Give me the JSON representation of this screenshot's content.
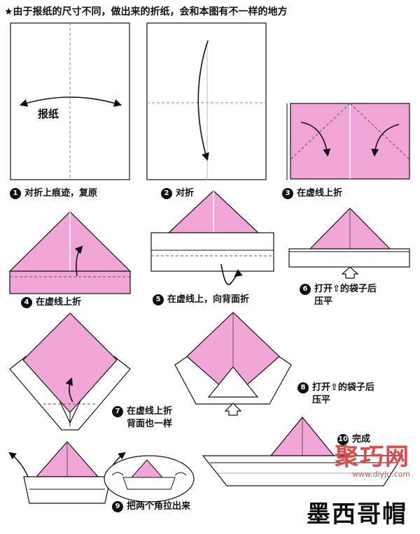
{
  "note": "★由于报纸的尺寸不同，做出来的折纸，会和本图有不一样的地方",
  "paper_label": "报纸",
  "steps": [
    {
      "num": "1",
      "lines": [
        "对折上痕迹，复原"
      ]
    },
    {
      "num": "2",
      "lines": [
        "对折"
      ]
    },
    {
      "num": "3",
      "lines": [
        "在虚线上折"
      ]
    },
    {
      "num": "4",
      "lines": [
        "在虚线上折"
      ]
    },
    {
      "num": "5",
      "lines": [
        "在虚线上，向背面折"
      ]
    },
    {
      "num": "6",
      "lines": [
        "打开⇧的袋子后",
        "压平"
      ]
    },
    {
      "num": "7",
      "lines": [
        "在虚线上折",
        "背面也一样"
      ]
    },
    {
      "num": "8",
      "lines": [
        "打开⇧的袋子后",
        "压平"
      ]
    },
    {
      "num": "9",
      "lines": [
        "把两个角拉出来"
      ]
    },
    {
      "num": "10",
      "lines": [
        "完成"
      ]
    }
  ],
  "watermark": {
    "brand": "聚巧网",
    "url": "www.diyju.com"
  },
  "title": "墨西哥帽",
  "colors": {
    "pink": "#f2a6d8",
    "line": "#111111",
    "paper": "#ffffff",
    "fold": "#888888"
  }
}
